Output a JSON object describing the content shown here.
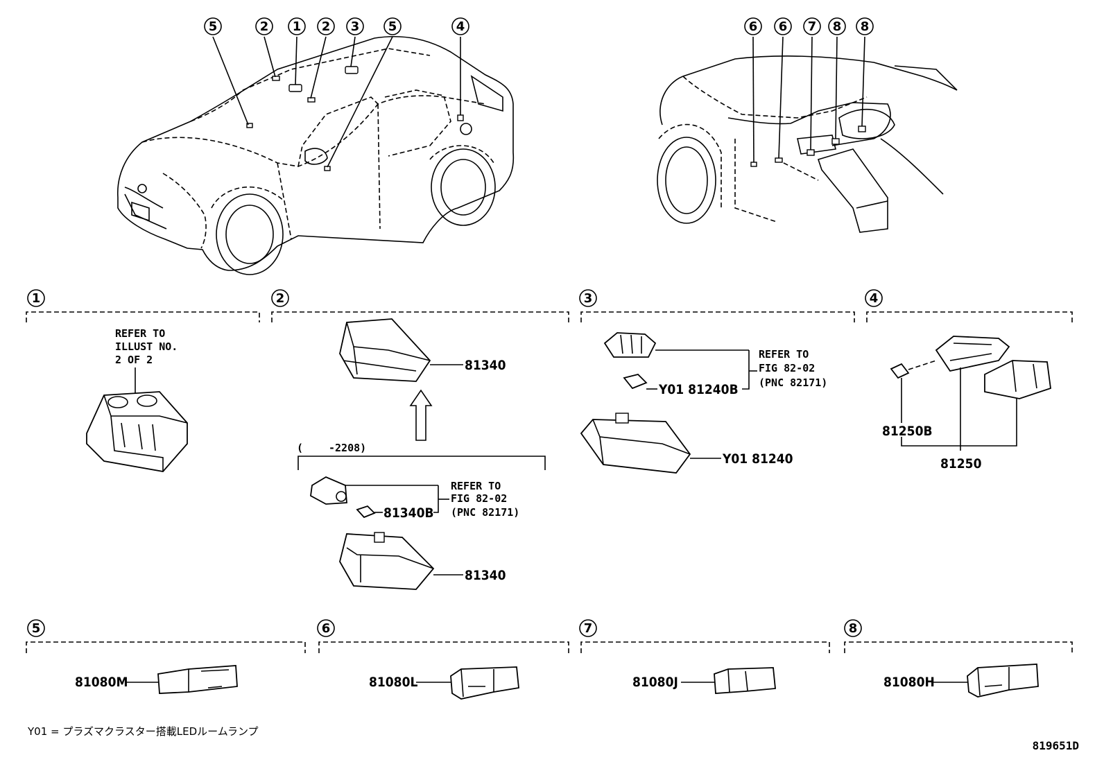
{
  "callouts_car": [
    "5",
    "2",
    "1",
    "2",
    "3",
    "5",
    "4"
  ],
  "callouts_dash": [
    "6",
    "6",
    "7",
    "8",
    "8"
  ],
  "sections": [
    {
      "num": "1"
    },
    {
      "num": "2"
    },
    {
      "num": "3"
    },
    {
      "num": "4"
    },
    {
      "num": "5"
    },
    {
      "num": "6"
    },
    {
      "num": "7"
    },
    {
      "num": "8"
    }
  ],
  "s1": {
    "refer_l1": "REFER TO",
    "refer_l2": "ILLUST NO.",
    "refer_l3": "2 OF 2"
  },
  "s2": {
    "part_top": "81340",
    "range_open": "(",
    "range_val": "-2208)",
    "part_bulb": "81340B",
    "refer_l1": "REFER TO",
    "refer_l2": "FIG 82-02",
    "refer_l3": "(PNC 82171)",
    "part_bottom": "81340"
  },
  "s3": {
    "bulb": "Y01 81240B",
    "refer_l1": "REFER TO",
    "refer_l2": "FIG 82-02",
    "refer_l3": "(PNC 82171)",
    "lamp": "Y01 81240"
  },
  "s4": {
    "bulb": "81250B",
    "lamp": "81250"
  },
  "s5": {
    "part": "81080M"
  },
  "s6": {
    "part": "81080L"
  },
  "s7": {
    "part": "81080J"
  },
  "s8": {
    "part": "81080H"
  },
  "footnote": "Y01 = プラズマクラスター搭載LEDルームランプ",
  "drawing_id": "819651D"
}
